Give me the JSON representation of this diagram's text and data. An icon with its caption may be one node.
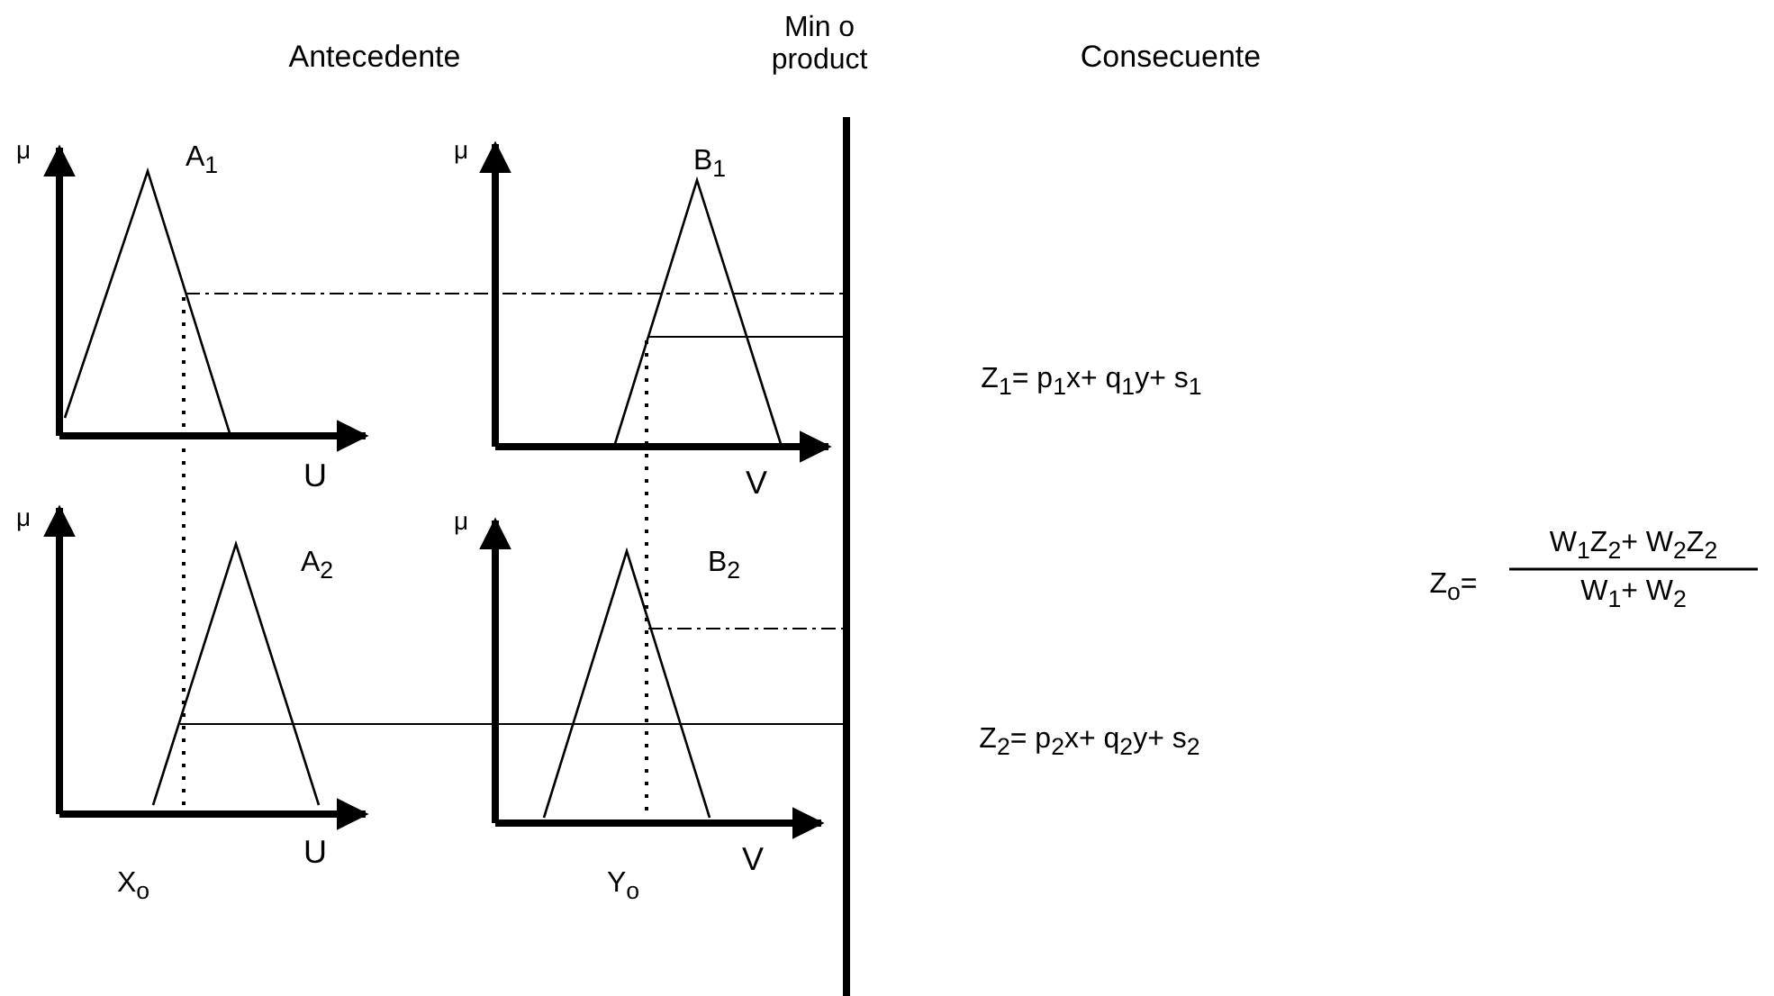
{
  "diagram": {
    "labels": [
      "Antecedente",
      "Min o product",
      "Consecuente",
      "μ",
      "A$_{1}$",
      "μ",
      "B$_{1}$",
      "U",
      "V",
      "Z$_{1}$= p$_{1}$x+ q$_{1}$y+ s$_{1}$",
      "μ",
      "A$_{2}$",
      "μ",
      "B$_{2}$",
      "Z$_{o}$=",
      "W$_{1}$Z$_{2}$+ W$_{2}$Z$_{2}$",
      "W$_{1}$+ W$_{2}$",
      "Z$_{2}$= p$_{2}$x+ q$_{2}$y+ s$_{2}$",
      "X$_{o}$",
      "U",
      "Y$_{o}$",
      "V"
    ]
  }
}
